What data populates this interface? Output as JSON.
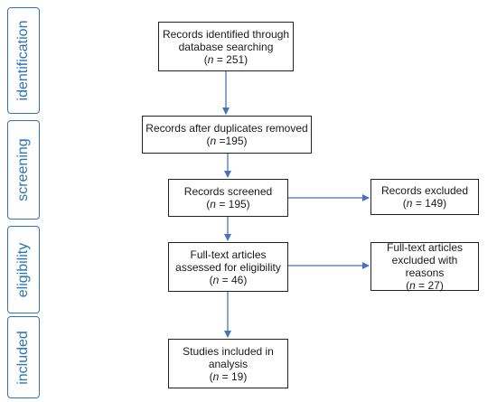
{
  "stages": [
    "identification",
    "screening",
    "eligibility",
    "included"
  ],
  "boxes": {
    "identified": {
      "line1": "Records identified through",
      "line2": "database searching",
      "count_prefix": "(",
      "n": "n",
      "count_suffix": " = 251)"
    },
    "after_duplicates": {
      "line1": "Records after duplicates removed",
      "count_prefix": "(",
      "n": "n",
      "count_suffix": " =195)"
    },
    "screened": {
      "line1": "Records screened",
      "count_prefix": "(",
      "n": "n",
      "count_suffix": " = 195)"
    },
    "excluded": {
      "line1": "Records excluded",
      "count_prefix": "(",
      "n": "n",
      "count_suffix": " = 149)"
    },
    "fulltext": {
      "line1": "Full-text articles",
      "line2": "assessed for eligibility",
      "count_prefix": "(",
      "n": "n",
      "count_suffix": " = 46)"
    },
    "fulltext_excluded": {
      "line1": "Full-text articles",
      "line2": "excluded with reasons",
      "count_prefix": "(",
      "n": "n",
      "count_suffix": " = 27)"
    },
    "included": {
      "line1": "Studies included in",
      "line2": "analysis",
      "count_prefix": "(",
      "n": "n",
      "count_suffix": " = 19)"
    }
  },
  "colors": {
    "accent": "#2e75b6",
    "arrow": "#4472c4",
    "box_border": "#222222"
  }
}
